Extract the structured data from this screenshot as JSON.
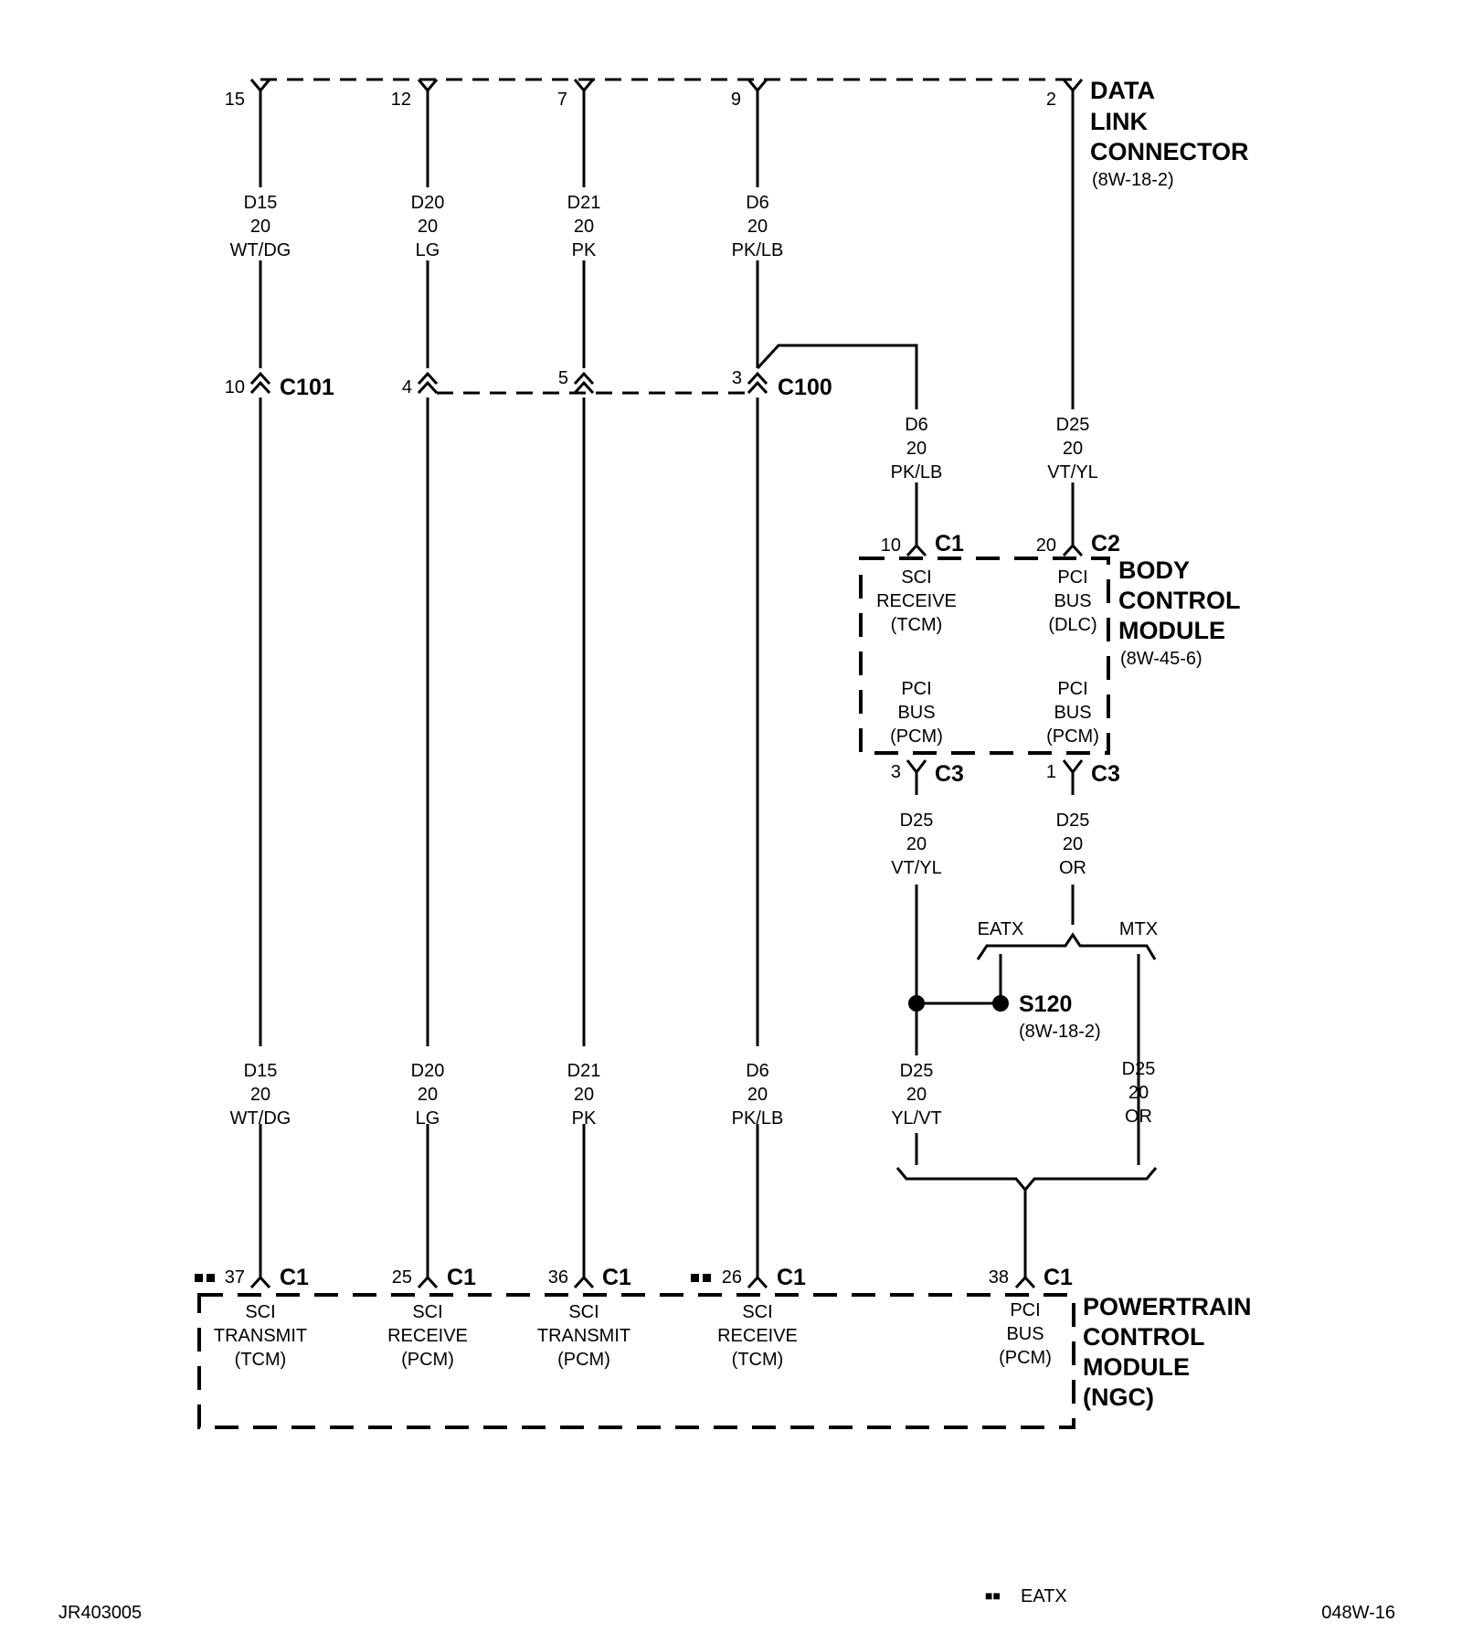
{
  "dlc": {
    "title1": "DATA",
    "title2": "LINK",
    "title3": "CONNECTOR",
    "ref": "(8W-18-2)",
    "pins": [
      "15",
      "12",
      "7",
      "9",
      "2"
    ]
  },
  "wires_top": [
    {
      "code": "D15",
      "gauge": "20",
      "color": "WT/DG"
    },
    {
      "code": "D20",
      "gauge": "20",
      "color": "LG"
    },
    {
      "code": "D21",
      "gauge": "20",
      "color": "PK"
    },
    {
      "code": "D6",
      "gauge": "20",
      "color": "PK/LB"
    }
  ],
  "inline": {
    "c101": {
      "name": "C101",
      "pin": "10"
    },
    "c100": {
      "name": "C100",
      "pins": [
        "4",
        "5",
        "3"
      ]
    }
  },
  "wires_bcm_in": [
    {
      "code": "D6",
      "gauge": "20",
      "color": "PK/LB"
    },
    {
      "code": "D25",
      "gauge": "20",
      "color": "VT/YL"
    }
  ],
  "bcm": {
    "title1": "BODY",
    "title2": "CONTROL",
    "title3": "MODULE",
    "ref": "(8W-45-6)",
    "c1": {
      "pin": "10",
      "name": "C1"
    },
    "c2": {
      "pin": "20",
      "name": "C2"
    },
    "c3a": {
      "pin": "3",
      "name": "C3"
    },
    "c3b": {
      "pin": "1",
      "name": "C3"
    },
    "pins": [
      {
        "l1": "SCI",
        "l2": "RECEIVE",
        "l3": "(TCM)"
      },
      {
        "l1": "PCI",
        "l2": "BUS",
        "l3": "(DLC)"
      },
      {
        "l1": "PCI",
        "l2": "BUS",
        "l3": "(PCM)"
      },
      {
        "l1": "PCI",
        "l2": "BUS",
        "l3": "(PCM)"
      }
    ]
  },
  "wires_bcm_out": [
    {
      "code": "D25",
      "gauge": "20",
      "color": "VT/YL"
    },
    {
      "code": "D25",
      "gauge": "20",
      "color": "OR"
    }
  ],
  "options": {
    "eatx": "EATX",
    "mtx": "MTX"
  },
  "splice": {
    "name": "S120",
    "ref": "(8W-18-2)"
  },
  "wires_mid": [
    {
      "code": "D25",
      "gauge": "20",
      "color": "YL/VT"
    },
    {
      "code": "D25",
      "gauge": "20",
      "color": "OR"
    }
  ],
  "wires_bottom": [
    {
      "code": "D15",
      "gauge": "20",
      "color": "WT/DG"
    },
    {
      "code": "D20",
      "gauge": "20",
      "color": "LG"
    },
    {
      "code": "D21",
      "gauge": "20",
      "color": "PK"
    },
    {
      "code": "D6",
      "gauge": "20",
      "color": "PK/LB"
    }
  ],
  "pcm": {
    "title1": "POWERTRAIN",
    "title2": "CONTROL",
    "title3": "MODULE",
    "title4": "(NGC)",
    "connectors": [
      {
        "pin": "37",
        "name": "C1",
        "l1": "SCI",
        "l2": "TRANSMIT",
        "l3": "(TCM)"
      },
      {
        "pin": "25",
        "name": "C1",
        "l1": "SCI",
        "l2": "RECEIVE",
        "l3": "(PCM)"
      },
      {
        "pin": "36",
        "name": "C1",
        "l1": "SCI",
        "l2": "TRANSMIT",
        "l3": "(PCM)"
      },
      {
        "pin": "26",
        "name": "C1",
        "l1": "SCI",
        "l2": "RECEIVE",
        "l3": "(TCM)"
      },
      {
        "pin": "38",
        "name": "C1",
        "l1": "PCI",
        "l2": "BUS",
        "l3": "(PCM)"
      }
    ]
  },
  "footer": {
    "left": "JR403005",
    "legend_symbol": "■■",
    "legend": "EATX",
    "right": "048W-16"
  }
}
